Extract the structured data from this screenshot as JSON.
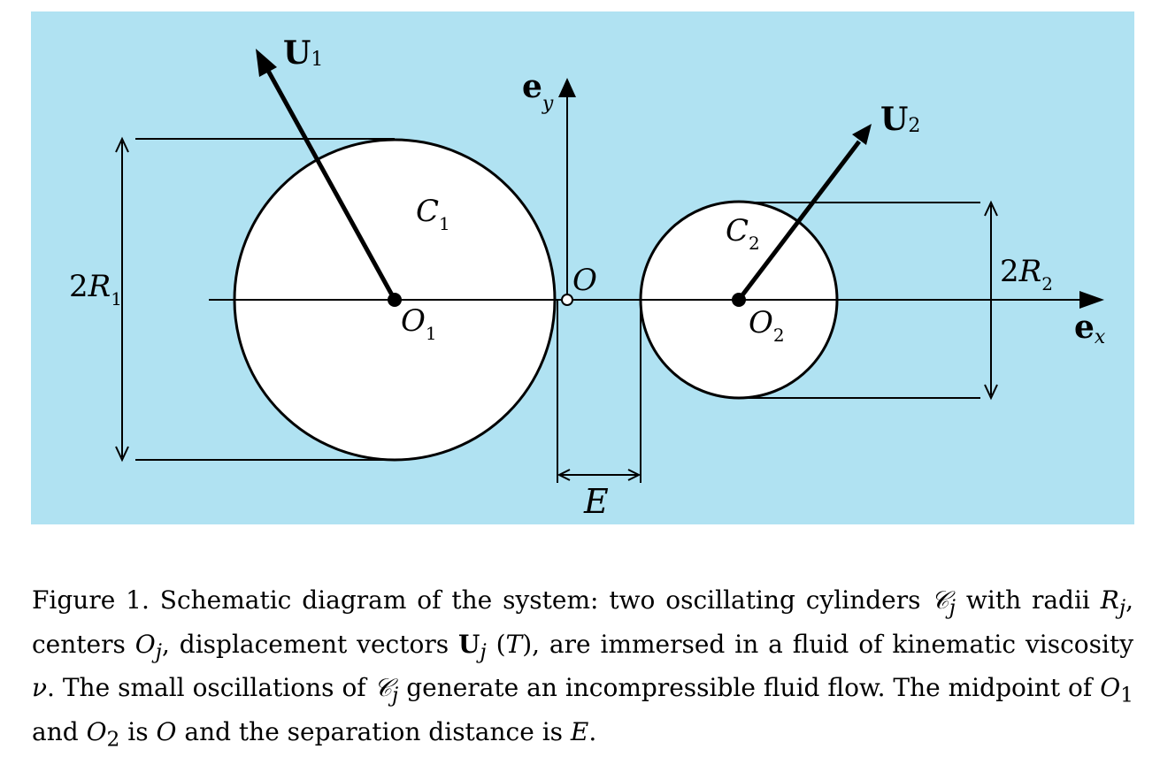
{
  "diagram": {
    "background_color": "#b0e2f2",
    "circle_fill": "#ffffff",
    "stroke_color": "#000000",
    "labels": {
      "U1_main": "U",
      "U1_sub": "1",
      "U2_main": "U",
      "U2_sub": "2",
      "ey_main": "e",
      "ey_sub": "y",
      "ex_main": "e",
      "ex_sub": "x",
      "C1_main": "C",
      "C1_sub": "1",
      "C2_main": "C",
      "C2_sub": "2",
      "O1_main": "O",
      "O1_sub": "1",
      "O2_main": "O",
      "O2_sub": "2",
      "O": "O",
      "twoR1_pre": "2",
      "twoR1_main": "R",
      "twoR1_sub": "1",
      "twoR2_pre": "2",
      "twoR2_main": "R",
      "twoR2_sub": "2",
      "E": "E"
    }
  },
  "caption": {
    "p1": "Figure 1. Schematic diagram of the system: two oscillating cylinders ",
    "Cj": "𝒞",
    "j1": "j",
    "p2": " with radii ",
    "Rj": "R",
    "j2": "j",
    "p3": ", centers ",
    "Oj": "O",
    "j3": "j",
    "p4": ", displacement vectors ",
    "Uj": "U",
    "j4": "j",
    "p5": " (",
    "T": "T",
    "p6": "), are immersed in a fluid of kinematic viscosity ",
    "nu": "ν",
    "p7": ". The small oscillations of ",
    "Cj2": "𝒞",
    "j5": "j",
    "p8": " generate an incompressible fluid flow. The midpoint of ",
    "O1": "O",
    "s1": "1",
    "p9": " and ",
    "O2": "O",
    "s2": "2",
    "p10": " is ",
    "O": "O",
    "p11": " and the separation distance is ",
    "E": "E",
    "p12": "."
  }
}
